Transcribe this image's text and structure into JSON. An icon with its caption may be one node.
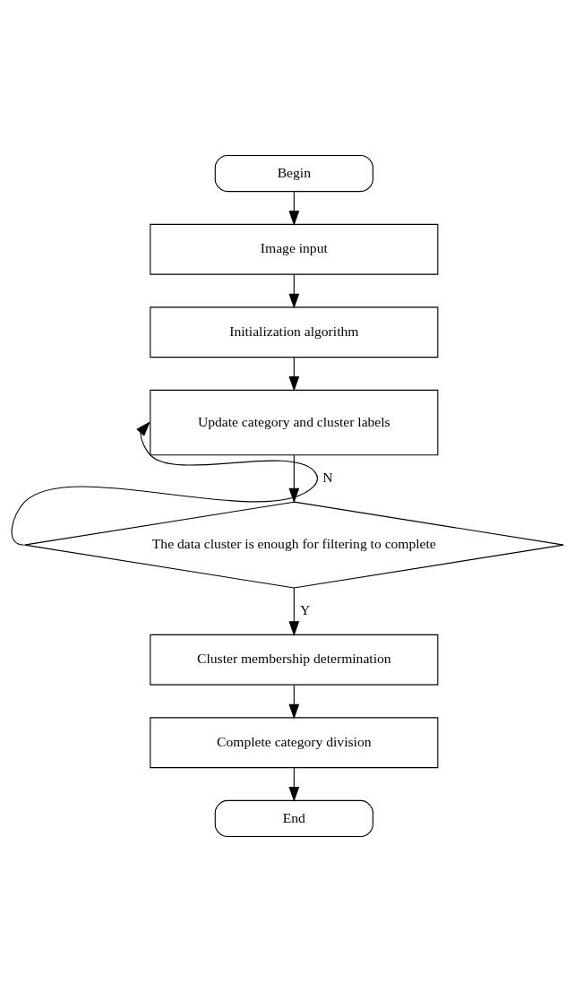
{
  "diagram": {
    "nodes": [
      {
        "text": [
          "Begin"
        ]
      },
      {
        "text": [
          "Image input"
        ]
      },
      {
        "text": [
          "Initialization algorithm"
        ]
      },
      {
        "text": [
          "Update category and cluster labels"
        ]
      },
      {
        "text": [
          "The data cluster is enough for filtering to complete"
        ]
      },
      {
        "text": [
          "Cluster membership determination"
        ]
      },
      {
        "text": [
          "Complete category division"
        ]
      },
      {
        "text": [
          "End"
        ]
      }
    ],
    "edges": [
      {
        "from": 0,
        "to": 1,
        "arrow": "to"
      },
      {
        "from": 1,
        "to": 2,
        "arrow": "to"
      },
      {
        "from": 2,
        "to": 3,
        "arrow": "to"
      },
      {
        "from": 3,
        "to": 4,
        "arrow": "to"
      },
      {
        "from": 4,
        "to": 3,
        "arrow": "to",
        "label": "N"
      },
      {
        "from": 4,
        "to": 5,
        "arrow": "to",
        "label": "Y"
      },
      {
        "from": 5,
        "to": 6,
        "arrow": "to"
      },
      {
        "from": 6,
        "to": 7,
        "arrow": "to"
      }
    ]
  }
}
